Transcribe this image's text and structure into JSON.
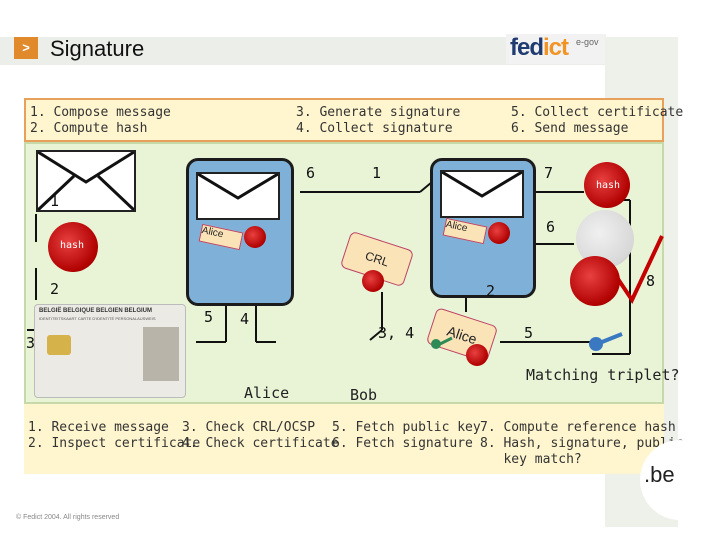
{
  "header": {
    "badge": ">",
    "title": "Signature"
  },
  "logo": {
    "fed": "fed",
    "ict": "ict",
    "egov": "e-gov"
  },
  "steps_top": {
    "col1": "1. Compose message\n2. Compute hash",
    "col2": "3. Generate signature\n4. Collect signature",
    "col3": "5. Collect certificate\n6. Send message"
  },
  "steps_bottom": {
    "col1": "1. Receive message\n2. Inspect certificate",
    "col2": "3. Check CRL/OCSP\n4. Check certificate",
    "col3": "5. Fetch public key\n6. Fetch signature",
    "col4": "7. Compute reference hash\n8. Hash, signature, public\n   key match?"
  },
  "numbers": {
    "n1_left": "1",
    "n2_left": "2",
    "n3_left": "3",
    "n6_mid": "6",
    "n1_mid": "1",
    "n7": "7",
    "n6_right": "6",
    "n8": "8",
    "n2_mid": "2",
    "n5_a": "5",
    "n4_a": "4",
    "n34": "3, 4",
    "n5_b": "5"
  },
  "labels": {
    "hash_left": "hash",
    "hash_right": "hash",
    "alice_tag_1": "Alice",
    "alice_tag_2": "Alice",
    "crl": "CRL",
    "alice_cert": "Alice",
    "alice_name": "Alice",
    "bob_name": "Bob",
    "matching": "Matching triplet?"
  },
  "id_card": {
    "country": "BELGIË  BELGIQUE  BELGIEN  BELGIUM",
    "type": "IDENTITEITSKAART   CARTE D'IDENTITÉ   PERSONALAUSWEIS"
  },
  "footer": "© Fedict 2004. All rights reserved",
  "be_logo": ".be",
  "colors": {
    "accent": "#e08a2c",
    "panel_green": "#e9f4d7",
    "step_yellow": "#fff6cf",
    "doc_blue": "#7fb1d8",
    "seal_red": "#c40000"
  }
}
